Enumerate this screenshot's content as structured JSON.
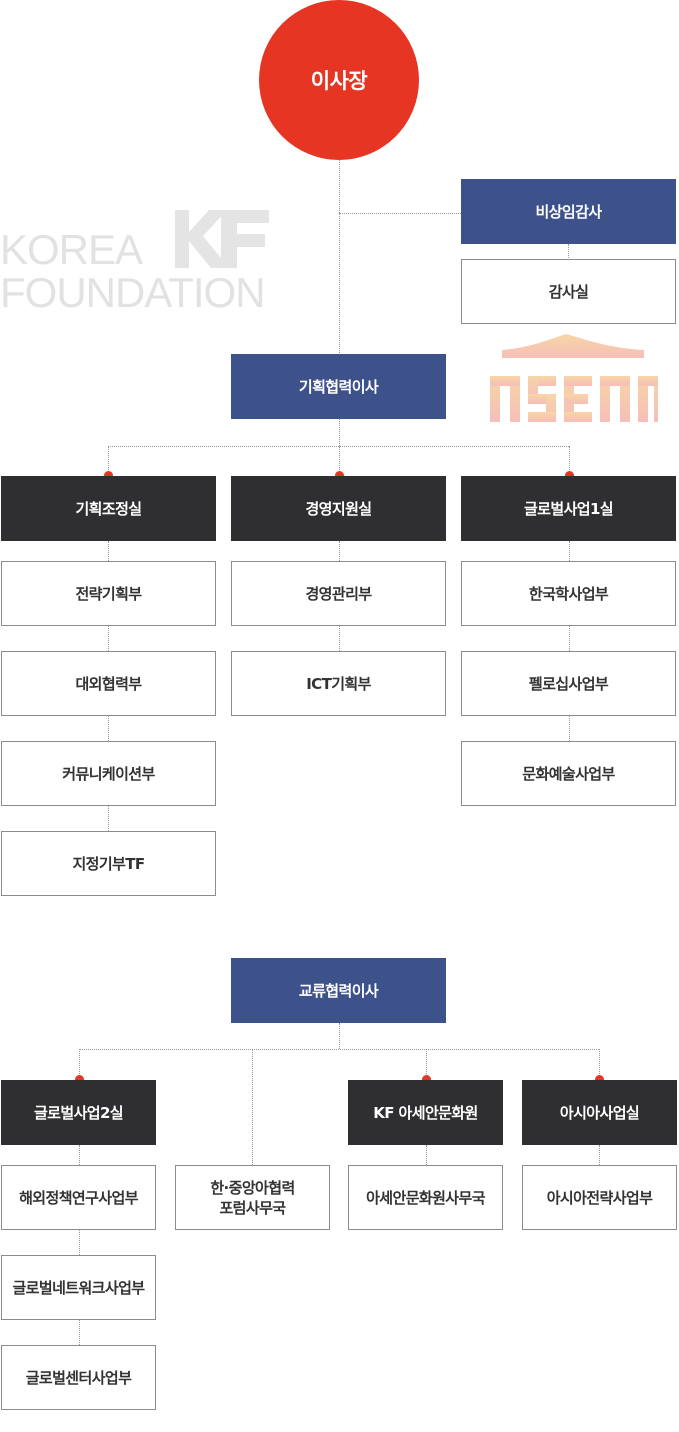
{
  "chairman": "이사장",
  "watermark": {
    "line1": "KOREA",
    "line2": "FOUNDATION"
  },
  "auditor": {
    "title": "비상임감사",
    "office": "감사실"
  },
  "planning_director": {
    "title": "기획협력이사",
    "divisions": [
      {
        "title": "기획조정실",
        "departments": [
          "전략기획부",
          "대외협력부",
          "커뮤니케이션부",
          "지정기부TF"
        ]
      },
      {
        "title": "경영지원실",
        "departments": [
          "경영관리부",
          "ICT기획부"
        ]
      },
      {
        "title": "글로벌사업1실",
        "departments": [
          "한국학사업부",
          "펠로십사업부",
          "문화예술사업부"
        ]
      }
    ]
  },
  "exchange_director": {
    "title": "교류협력이사",
    "divisions": [
      {
        "title": "글로벌사업2실",
        "departments": [
          "해외정책연구사업부",
          "글로벌네트워크사업부",
          "글로벌센터사업부"
        ]
      },
      {
        "title": "",
        "departments": [
          "한·중앙아협력\n포럼사무국"
        ]
      },
      {
        "title": "KF 아세안문화원",
        "departments": [
          "아세안문화원사무국"
        ]
      },
      {
        "title": "아시아사업실",
        "departments": [
          "아시아전략사업부"
        ]
      }
    ]
  }
}
